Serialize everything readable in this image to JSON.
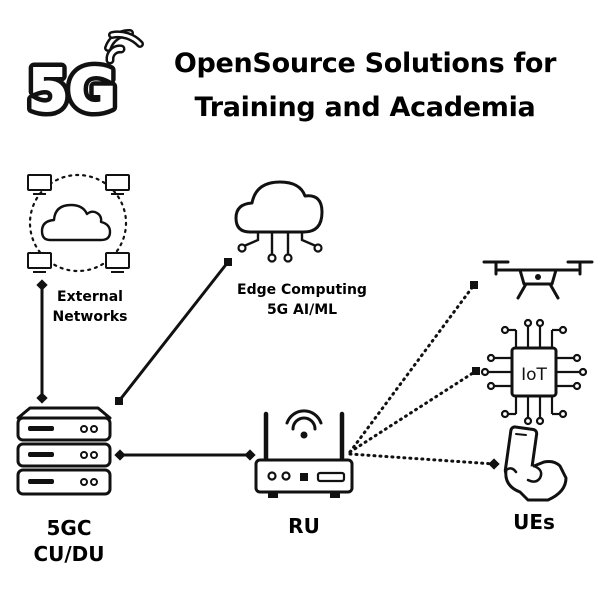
{
  "logo": {
    "text": "5G"
  },
  "title": {
    "line1": "OpenSource Solutions for",
    "line2": "Training and Academia"
  },
  "nodes": {
    "external_networks": {
      "line1": "External",
      "line2": "Networks"
    },
    "edge_computing": {
      "line1": "Edge Computing",
      "line2": "5G AI/ML"
    },
    "core": {
      "line1": "5GC",
      "line2": "CU/DU"
    },
    "ru": {
      "label": "RU"
    },
    "ues": {
      "label": "UEs"
    },
    "iot_chip": {
      "label": "IoT"
    }
  },
  "colors": {
    "ink": "#111111",
    "background": "#ffffff"
  },
  "icons": [
    "5g-logo-icon",
    "network-cloud-icon",
    "edge-cloud-icon",
    "server-rack-icon",
    "router-icon",
    "drone-icon",
    "iot-chip-icon",
    "smartphone-hand-icon"
  ]
}
